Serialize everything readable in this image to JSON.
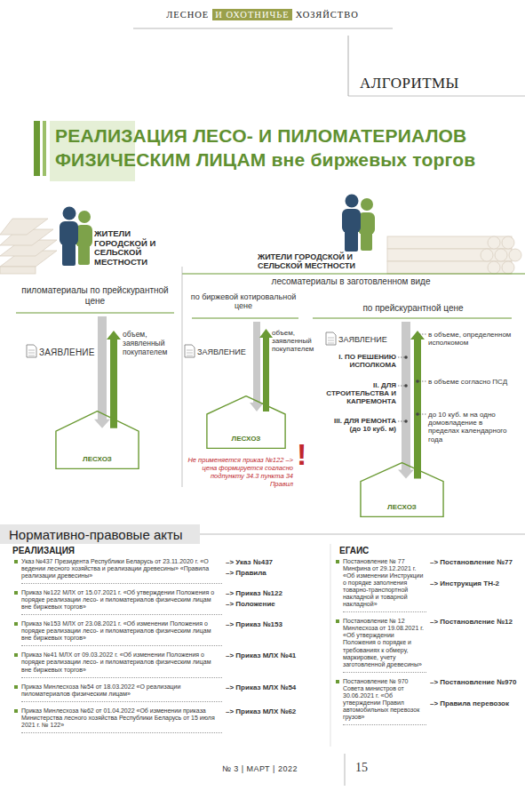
{
  "diagram": {
    "title": "РЕАЛИЗАЦИЯ ЛЕСО- И ПИЛОМАТЕРИАЛОВ ФИЗИЧЕСКИМ ЛИЦАМ вне биржевых торгов",
    "nodes": [
      {
        "text": [
          "ЖИТЕЛИ ГОРОДСКОЙ И СЕЛЬСКОЙ МЕСТНОСТИ"
        ]
      },
      {
        "text": [
          "ЗАЯВЛЕНИЕ"
        ]
      },
      {
        "text": [
          "ЛЕСХОЗ"
        ]
      },
      {
        "text": [
          "объем, заявленный покупателем"
        ]
      },
      {
        "text": [
          "ЖИТЕЛИ ГОРОДСКОЙ И СЕЛЬСКОЙ МЕСТНОСТИ"
        ]
      },
      {
        "text": [
          "ЗАЯВЛЕНИЕ"
        ]
      },
      {
        "text": [
          "ЛЕСХОЗ"
        ]
      },
      {
        "text": [
          "объем, заявленный покупателем"
        ]
      },
      {
        "text": [
          "ЗАЯВЛЕНИЕ"
        ]
      },
      {
        "text": [
          "I. ПО РЕШЕНИЮ ИСПОЛКОМА"
        ]
      },
      {
        "text": [
          "в объеме, определенном исполкомом"
        ]
      },
      {
        "text": [
          "II. ДЛЯ СТРОИТЕЛЬСТВА И КАПРЕМОНТА"
        ]
      },
      {
        "text": [
          "в объеме согласно ПСД"
        ]
      },
      {
        "text": [
          "III. ДЛЯ РЕМОНТА (до 10 куб. м)"
        ]
      },
      {
        "text": [
          "до 10 куб. м на одно домовладение в пределах календарного года"
        ]
      },
      {
        "text": [
          "ЛЕСХОЗ"
        ]
      },
      {
        "text": [
          "Не применяется приказ №122 –> цена формируется согласно подпункту 34.3 пункта 34 Правил"
        ]
      },
      {
        "text": [
          "Нормативно-правовые акты"
        ]
      }
    ],
    "edges": [
      {
        "from": 1,
        "to": 2,
        "arrow": "to"
      },
      {
        "from": 2,
        "to": 3,
        "arrow": "to"
      },
      {
        "from": 5,
        "to": 6,
        "arrow": "to"
      },
      {
        "from": 6,
        "to": 7,
        "arrow": "to"
      },
      {
        "from": 8,
        "to": 15,
        "arrow": "to"
      },
      {
        "from": 15,
        "to": 10,
        "arrow": "to"
      }
    ],
    "labels": [
      "ЛЕСНОЕ",
      "И ОХОТНИЧЬЕ",
      "ХОЗЯЙСТВО",
      "АЛГОРИТМЫ",
      "пиломатериалы по прейскурантной цене",
      "лесоматериалы в заготовленном виде",
      "по биржевой котировальной цене",
      "по прейскурантной цене",
      "!",
      "РЕАЛИЗАЦИЯ",
      "Указ №437 Президента Республики Беларусь от 23.11.2020 г. «О ведении лесного хозяйства и реализации древесины» «Правила реализации древесины»",
      "–> Указ №437",
      "–> Правила",
      "Приказ №122 МЛХ от 15.07.2021 г. «Об утверждении Положения о порядке реализации лесо- и пиломатериалов физическим лицам вне биржевых торгов»",
      "–> Приказ №122",
      "–> Положение",
      "Приказ №153 МЛХ от 23.08.2021 г. «Об изменении Положения о порядке реализации лесо- и пиломатериалов физическим лицам вне биржевых торгов»",
      "–> Приказ №153",
      "Приказ №41 МЛХ от 09.03.2022 г. «Об изменении Положения о порядке реализации лесо- и пиломатериалов физическим лицам вне биржевых торгов»",
      "–> Приказ МЛХ №41",
      "Приказ Минлесхоза №54 от 18.03.2022 «О реализации пиломатериалов физическим лицам»",
      "–> Приказ МЛХ №54",
      "Приказ Минлесхоза №62 от 01.04.2022 «Об изменении приказа Министерства лесного хозяйства Республики Беларусь от 15 июля 2021 г. № 122»",
      "–> Приказ МЛХ №62",
      "ЕГАИС",
      "Постановление № 77 Минфина от 29.12.2021 г. «Об изменении Инструкции о порядке заполнения товарно-транспортной накладной и товарной накладной»",
      "–> Постановление №77",
      "–> Инструкция ТН-2",
      "Постановление № 12 Минлесхоза от 19.08.2021 г. «Об утверждении Положения о порядке и требованиях к обмеру, маркировке, учету заготовленной древесины»",
      "–> Постановление №12",
      "Постановление № 970 Совета министров от 30.06.2021 г. «Об утверждении Правил автомобильных перевозок грузов»",
      "–> Постановление №970",
      "–> Правила перевозок",
      "№ 3 | МАРТ | 2022",
      "15"
    ]
  }
}
